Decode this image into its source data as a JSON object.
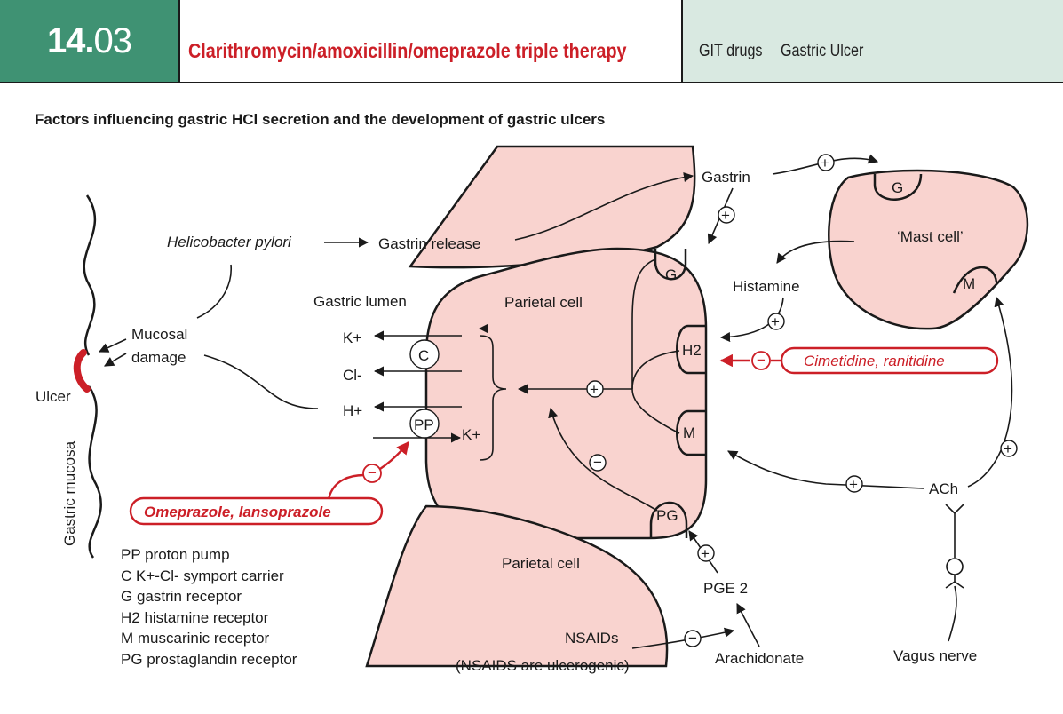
{
  "header": {
    "number_major": "14.",
    "number_minor": "03",
    "title": "Clarithromycin/amoxicillin/omeprazole triple therapy",
    "tag1": "GIT drugs",
    "tag2": "Gastric Ulcer"
  },
  "subtitle": "Factors influencing gastric HCl secretion and the development of gastric ulcers",
  "diagram": {
    "helicobacter": "Helicobacter pylori",
    "gastrin_release": "Gastrin release",
    "gastrin": "Gastrin",
    "mast_cell": "‘Mast cell’",
    "histamine": "Histamine",
    "gastric_lumen": "Gastric lumen",
    "parietal_cell": "Parietal cell",
    "parietal_cell_lower": "Parietal cell",
    "mucosal": "Mucosal",
    "damage": "damage",
    "ulcer": "Ulcer",
    "gastric_mucosa": "Gastric mucosa",
    "k_plus": "K+",
    "cl_minus": "Cl-",
    "h_plus": "H+",
    "k_plus_in": "K+",
    "c_label": "C",
    "pp_label": "PP",
    "g_receptor": "G",
    "h2_receptor": "H2",
    "m_receptor": "M",
    "pg_receptor": "PG",
    "mast_g": "G",
    "mast_m": "M",
    "cimetidine": "Cimetidine, ranitidine",
    "omeprazole": "Omeprazole, lansoprazole",
    "ach": "ACh",
    "vagus": "Vagus nerve",
    "pge2": "PGE 2",
    "arachidonate": "Arachidonate",
    "nsaids": "NSAIDs",
    "nsaids_note": "(NSAIDS are ulcerogenic)",
    "plus": "+",
    "minus": "−"
  },
  "legend": [
    "PP proton pump",
    "C K+-Cl- symport carrier",
    "G gastrin receptor",
    "H2 histamine receptor",
    "M muscarinic receptor",
    "PG prostaglandin receptor"
  ],
  "colors": {
    "header_green": "#3f9273",
    "header_tag_bg": "#d9e9e1",
    "title_red": "#cc1f27",
    "cell_pink": "#f9d3cf"
  }
}
